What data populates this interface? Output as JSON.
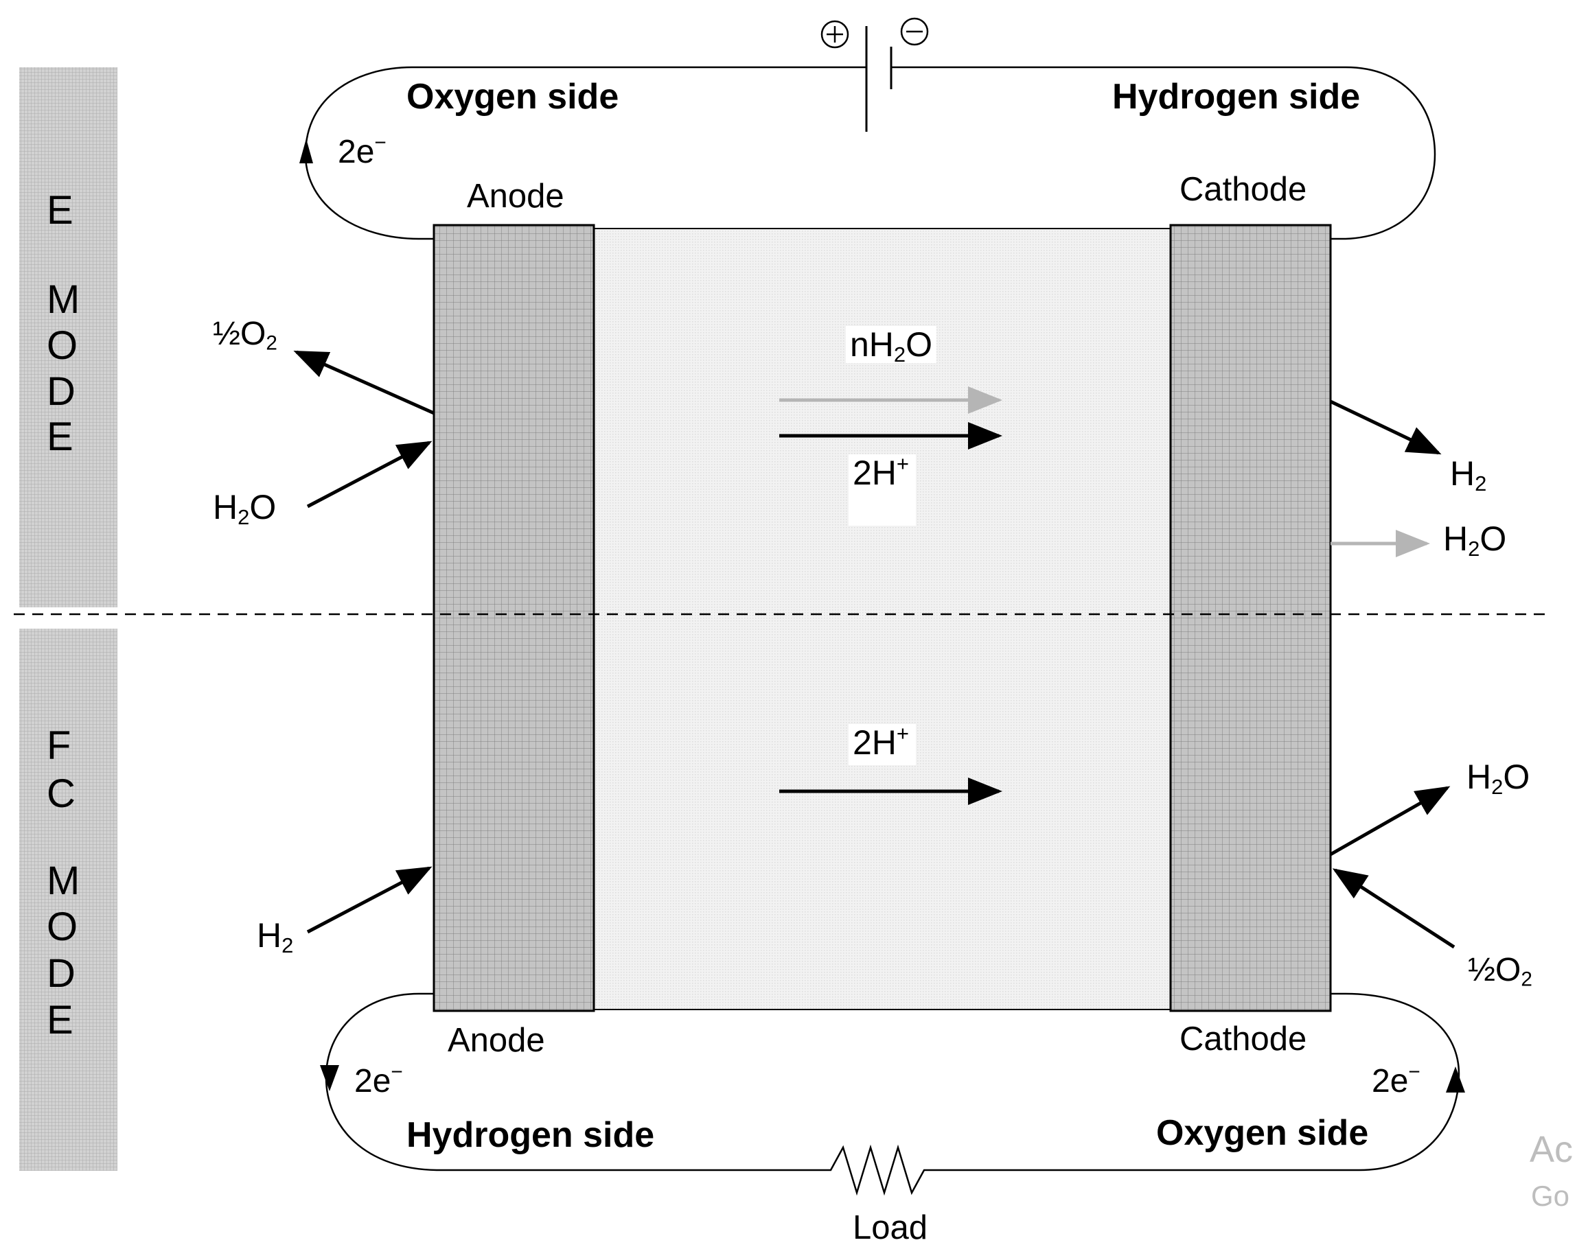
{
  "top": {
    "oxygen_side": "Oxygen side",
    "hydrogen_side": "Hydrogen side",
    "anode": "Anode",
    "cathode": "Cathode",
    "electrons": "2e",
    "electron_charge": "−",
    "plus_symbol": "⊕",
    "minus_symbol": "⊖"
  },
  "bottom": {
    "hydrogen_side": "Hydrogen side",
    "oxygen_side": "Oxygen side",
    "anode": "Anode",
    "cathode": "Cathode",
    "electrons_left": "2e",
    "electrons_right": "2e",
    "electron_charge": "−",
    "load": "Load"
  },
  "modes": {
    "e_mode": [
      "E",
      "M",
      "O",
      "D",
      "E"
    ],
    "fc_mode": [
      "F",
      "C",
      "M",
      "O",
      "D",
      "E"
    ]
  },
  "species": {
    "e_mode": {
      "o2_out": {
        "prefix": "½O",
        "sub": "2"
      },
      "h2o_in": {
        "prefix": "H",
        "sub": "2",
        "suffix": "O"
      },
      "water_drag": {
        "prefix": "nH",
        "sub": "2",
        "suffix": "O"
      },
      "protons": {
        "prefix": "2H",
        "sup": "+"
      },
      "h2_out": {
        "prefix": "H",
        "sub": "2"
      },
      "h2o_out": {
        "prefix": "H",
        "sub": "2",
        "suffix": "O"
      }
    },
    "fc_mode": {
      "protons": {
        "prefix": "2H",
        "sup": "+"
      },
      "h2_in": {
        "prefix": "H",
        "sub": "2"
      },
      "h2o_out": {
        "prefix": "H",
        "sub": "2",
        "suffix": "O"
      },
      "o2_in": {
        "prefix": "½O",
        "sub": "2"
      }
    }
  },
  "watermark": {
    "line1": "Ac",
    "line2": "Go"
  },
  "colors": {
    "electrode": "#c4c4c4",
    "membrane": "#f3f3f3",
    "mode_band": "#d0d0d0",
    "arrow_black": "#000000",
    "arrow_gray": "#b5b5b5"
  }
}
